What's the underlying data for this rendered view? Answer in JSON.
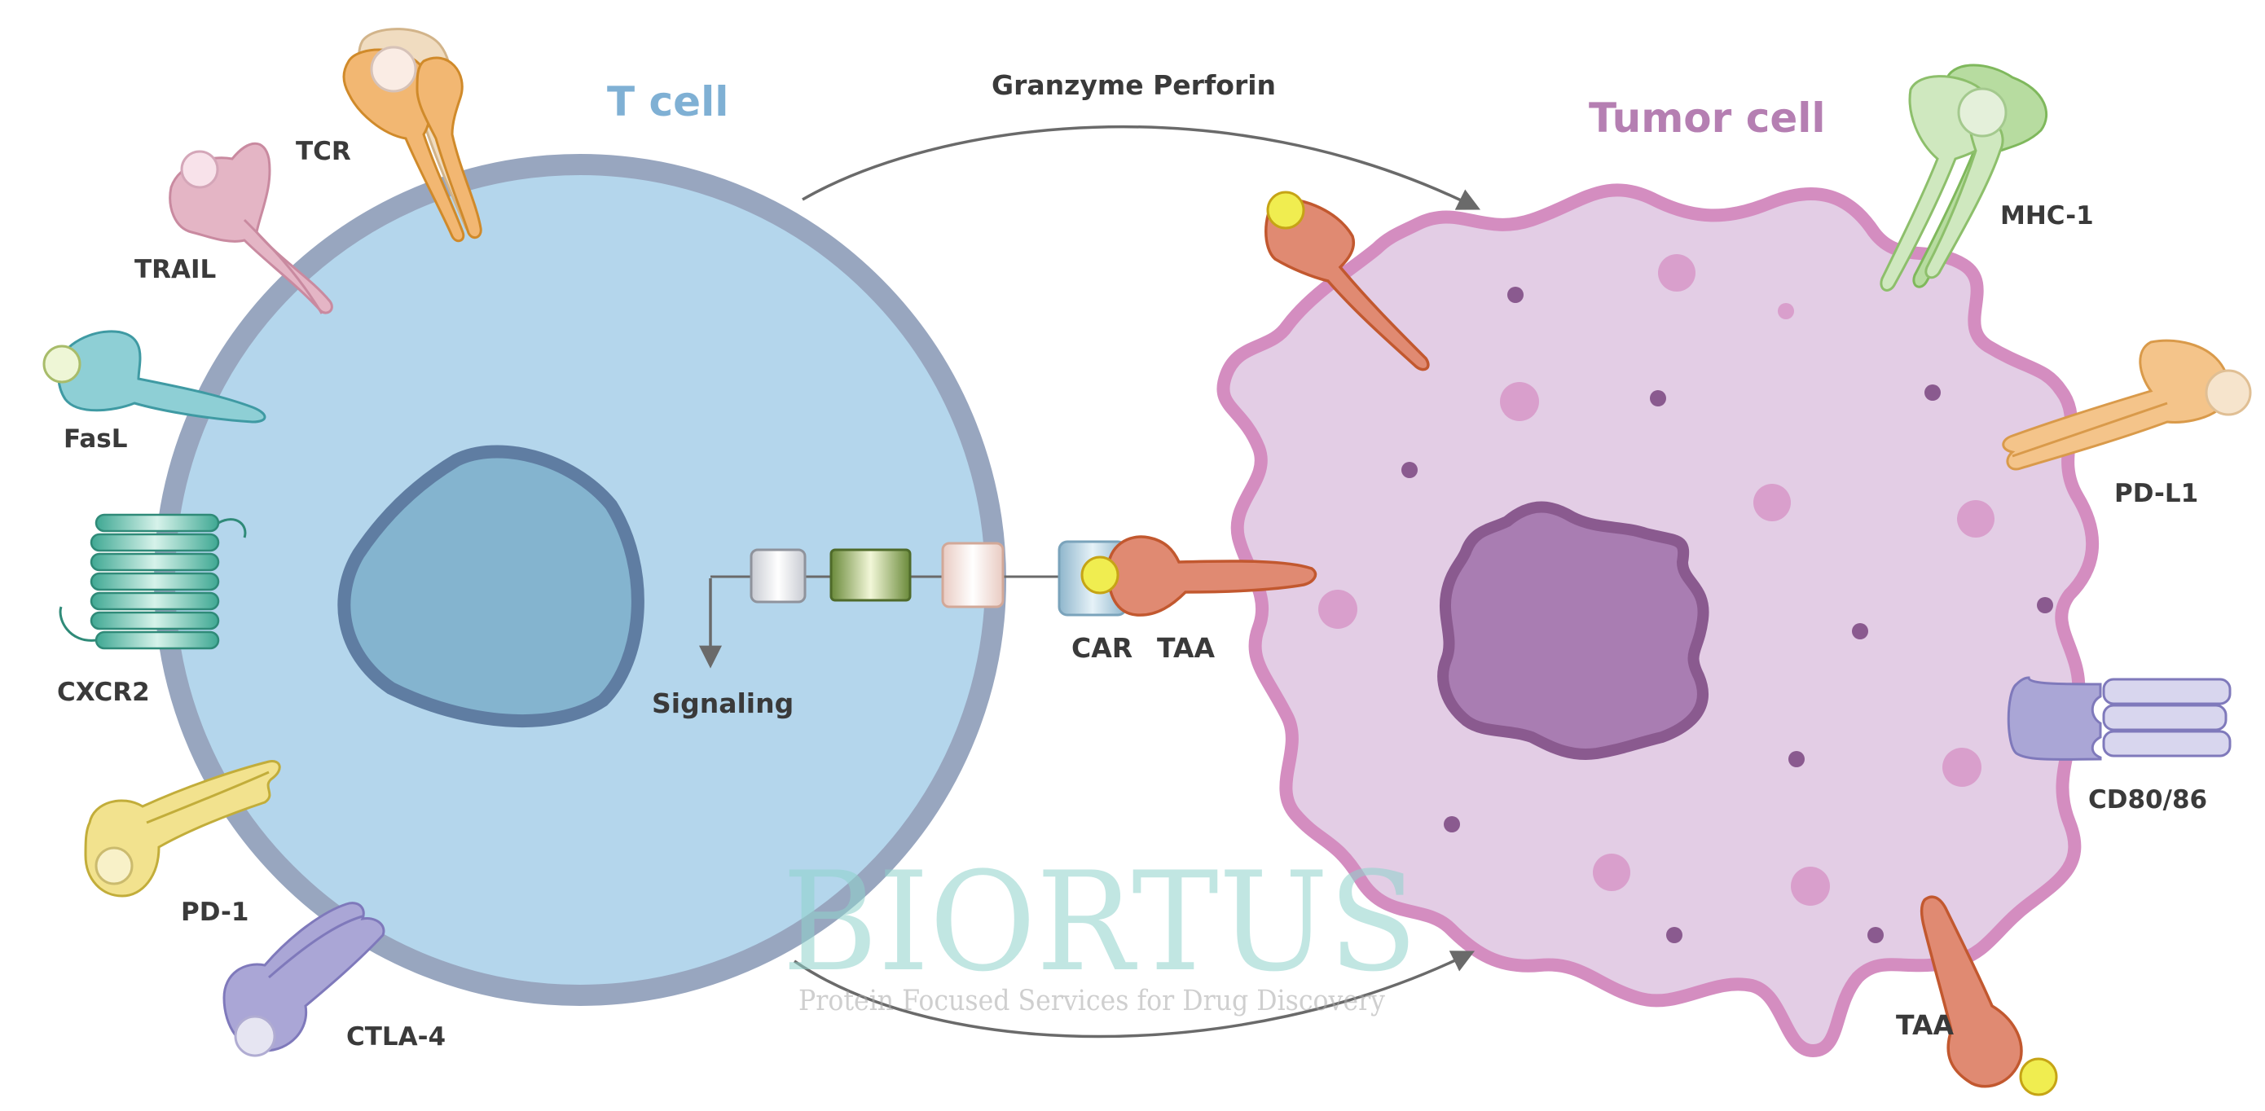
{
  "titles": {
    "t_cell": "T cell",
    "tumor_cell": "Tumor cell"
  },
  "arrows": {
    "top": "Granzyme Perforin",
    "signaling": "Signaling"
  },
  "t_cell_receptors": {
    "tcr": "TCR",
    "trail": "TRAIL",
    "fasl": "FasL",
    "cxcr2": "CXCR2",
    "pd1": "PD-1",
    "ctla4": "CTLA-4",
    "car": "CAR"
  },
  "tumor_receptors": {
    "taa_center": "TAA",
    "mhc1": "MHC-1",
    "pdl1": "PD-L1",
    "cd80": "CD80/86",
    "taa_bottom": "TAA"
  },
  "watermark": {
    "logo": "BIORTUS",
    "tagline": "Protein Focused Services for Drug Discovery"
  },
  "colors": {
    "t_cell_fill": "#b4d6ec",
    "t_cell_membrane": "#98a6bf",
    "t_cell_title": "#7fb0d4",
    "tumor_fill": "#e3cde5",
    "tumor_membrane": "#d48dc0",
    "tumor_title": "#b57fb2",
    "tumor_nucleus": "#a97db2"
  }
}
